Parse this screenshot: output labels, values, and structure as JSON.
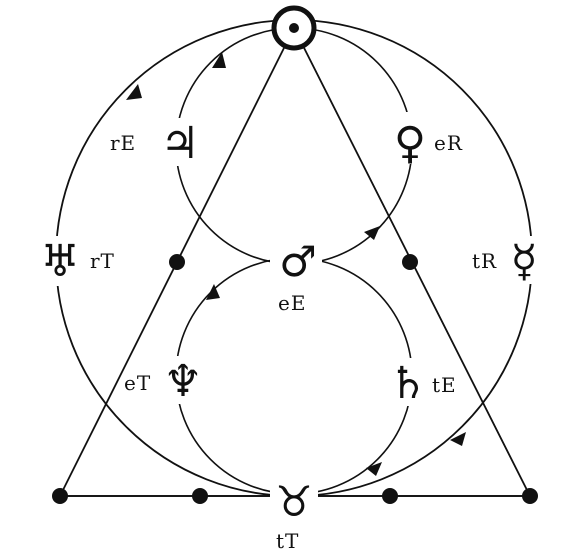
{
  "labels": {
    "sun_node": "",
    "jupiter_label": "rE",
    "venus_label": "eR",
    "uranus_label": "rT",
    "mercury_label": "tR",
    "mars_label": "eE",
    "neptune_label": "eT",
    "saturn_label": "tE",
    "pluto_label": "tT"
  },
  "symbols": {
    "sun": "⊙",
    "jupiter": "♃",
    "venus": "♀",
    "uranus": "♅",
    "mercury": "☿",
    "mars": "♂",
    "neptune": "♆",
    "saturn": "♄",
    "pluto_taurus": "♉"
  },
  "colors": {
    "ink": "#111111",
    "background": "#ffffff"
  }
}
